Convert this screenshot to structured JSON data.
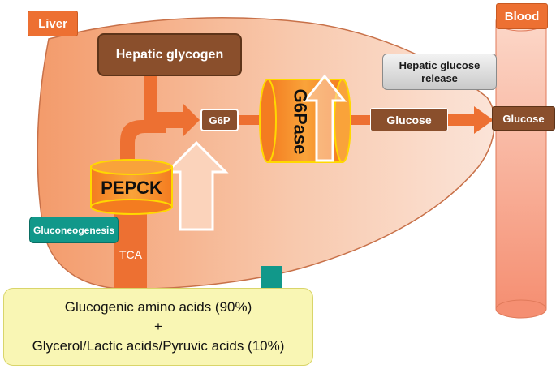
{
  "labels": {
    "liver": "Liver",
    "blood": "Blood",
    "hepatic_glycogen": "Hepatic glycogen",
    "hepatic_glucose_release": "Hepatic glucose release",
    "g6p": "G6P",
    "g6pase": "G6Pase",
    "glucose_liver": "Glucose",
    "glucose_blood": "Glucose",
    "pepck": "PEPCK",
    "gluconeogenesis": "Gluconeogenesis",
    "tca": "TCA",
    "source_line1": "Glucogenic amino acids (90%)",
    "source_line2": "+",
    "source_line3": "Glycerol/Lactic acids/Pyruvic acids (10%)"
  },
  "colors": {
    "liver_fill_left": "#f39b6b",
    "liver_fill_right": "#fbe4d8",
    "flow_arrow": "#ed7032",
    "increase_arrow_fill": "#fbd3bb",
    "enzyme_fill": "#f7941e",
    "enzyme_border": "#ffd800",
    "source_arrow": "#11988a",
    "blood_vessel": "#f7a48c"
  }
}
